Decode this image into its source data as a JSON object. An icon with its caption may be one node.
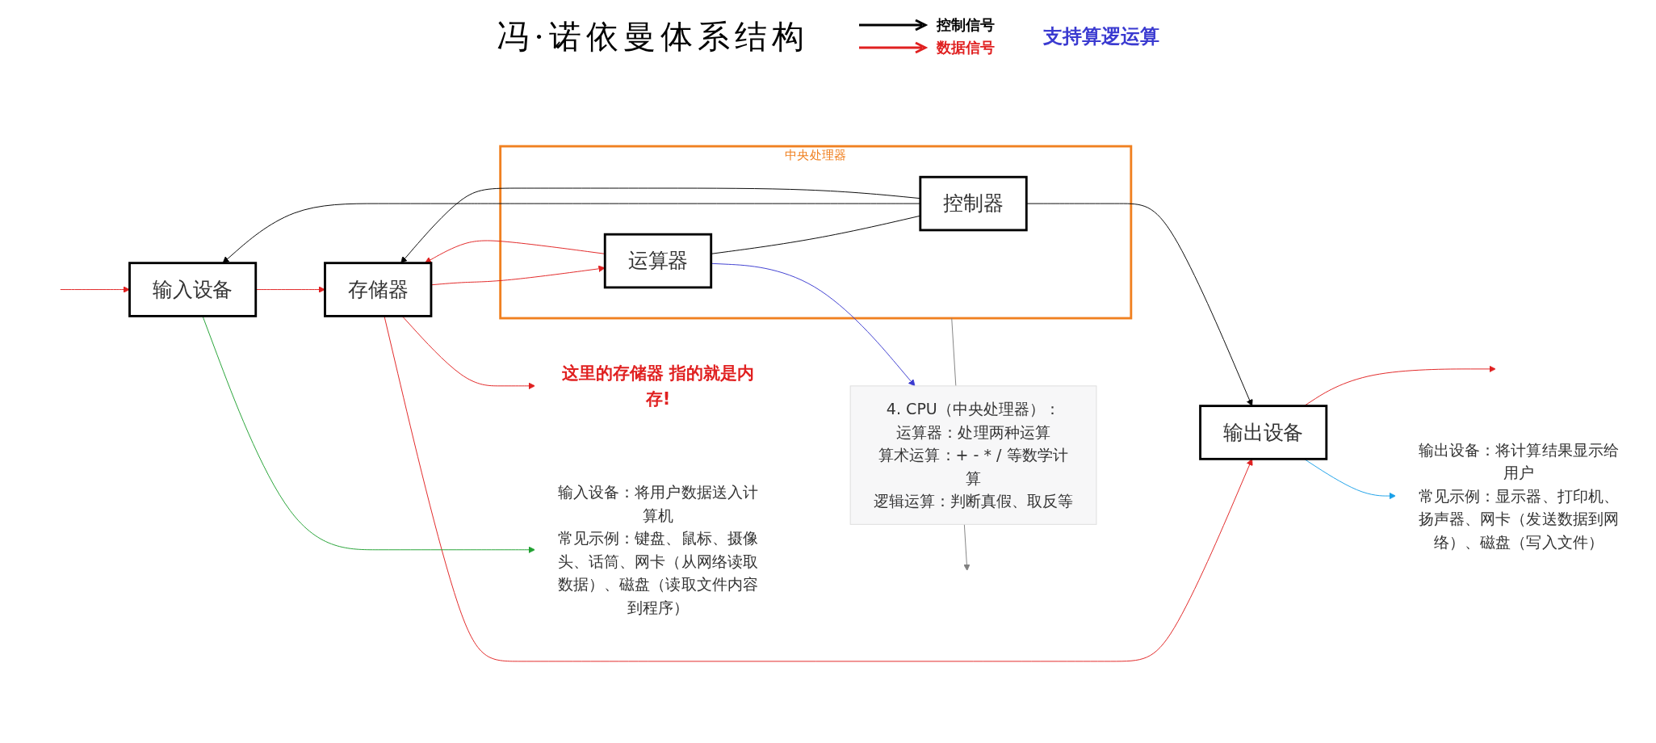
{
  "diagram": {
    "title": "冯·诺依曼体系结构",
    "nodes": [
      {
        "text": [
          "输入设备"
        ]
      },
      {
        "text": [
          "存储器"
        ]
      },
      {
        "text": [
          "输出设备"
        ]
      },
      {
        "text": [
          "中央处理器"
        ]
      },
      {
        "text": [
          "运算器"
        ],
        "in": 3
      },
      {
        "text": [
          "控制器"
        ],
        "in": 3
      },
      {
        "text": [
          "4. CPU（中央处理器）：",
          "运算器：处理两种运算",
          "算术运算：+ - * / 等数学计算",
          "逻辑运算：判断真假、取反等"
        ]
      },
      {
        "text": [
          "这里的存储器 指的就是内存!"
        ]
      },
      {
        "text": [
          "输入设备：将用户数据送入计算机",
          "常见示例：键盘、鼠标、摄像头、话筒、网卡（从网络读取数据）、磁盘（读取文件内容到程序）"
        ]
      },
      {
        "text": [
          "输出设备：将计算结果显示给用户",
          "常见示例：显示器、打印机、扬声器、网卡（发送数据到网络）、磁盘（写入文件）"
        ]
      }
    ],
    "edges": [
      {
        "from": null,
        "to": 0,
        "arrow": "to",
        "color": "#e02020"
      },
      {
        "from": 0,
        "to": 1,
        "arrow": "to",
        "color": "#e02020"
      },
      {
        "from": 1,
        "to": 2,
        "arrow": "to",
        "color": "#e02020"
      },
      {
        "from": 2,
        "to": null,
        "arrow": "to",
        "color": "#e02020"
      },
      {
        "from": 4,
        "to": 1,
        "arrow": "to",
        "color": "#e02020"
      },
      {
        "from": 1,
        "to": 4,
        "arrow": "to",
        "color": "#e02020"
      },
      {
        "from": 5,
        "to": 0,
        "arrow": "to",
        "color": "#000000"
      },
      {
        "from": 5,
        "to": 1,
        "arrow": "to",
        "color": "#000000"
      },
      {
        "from": 5,
        "to": 2,
        "arrow": "to",
        "color": "#000000"
      },
      {
        "from": 4,
        "to": 5,
        "arrow": "none",
        "color": "#000000"
      },
      {
        "from": 4,
        "to": 6,
        "arrow": "to",
        "color": "#3a3ad0"
      },
      {
        "from": 1,
        "to": 7,
        "arrow": "to",
        "color": "#e02020"
      },
      {
        "from": 0,
        "to": 8,
        "arrow": "to",
        "color": "#20a030"
      },
      {
        "from": 2,
        "to": 9,
        "arrow": "to",
        "color": "#1aa0e8"
      },
      {
        "from": 3,
        "to": null,
        "arrow": "to",
        "color": "#808080"
      }
    ],
    "labels": [
      "支持算逻运算"
    ],
    "legend": [
      {
        "text": "控制信号"
      },
      {
        "text": "数据信号"
      }
    ]
  }
}
